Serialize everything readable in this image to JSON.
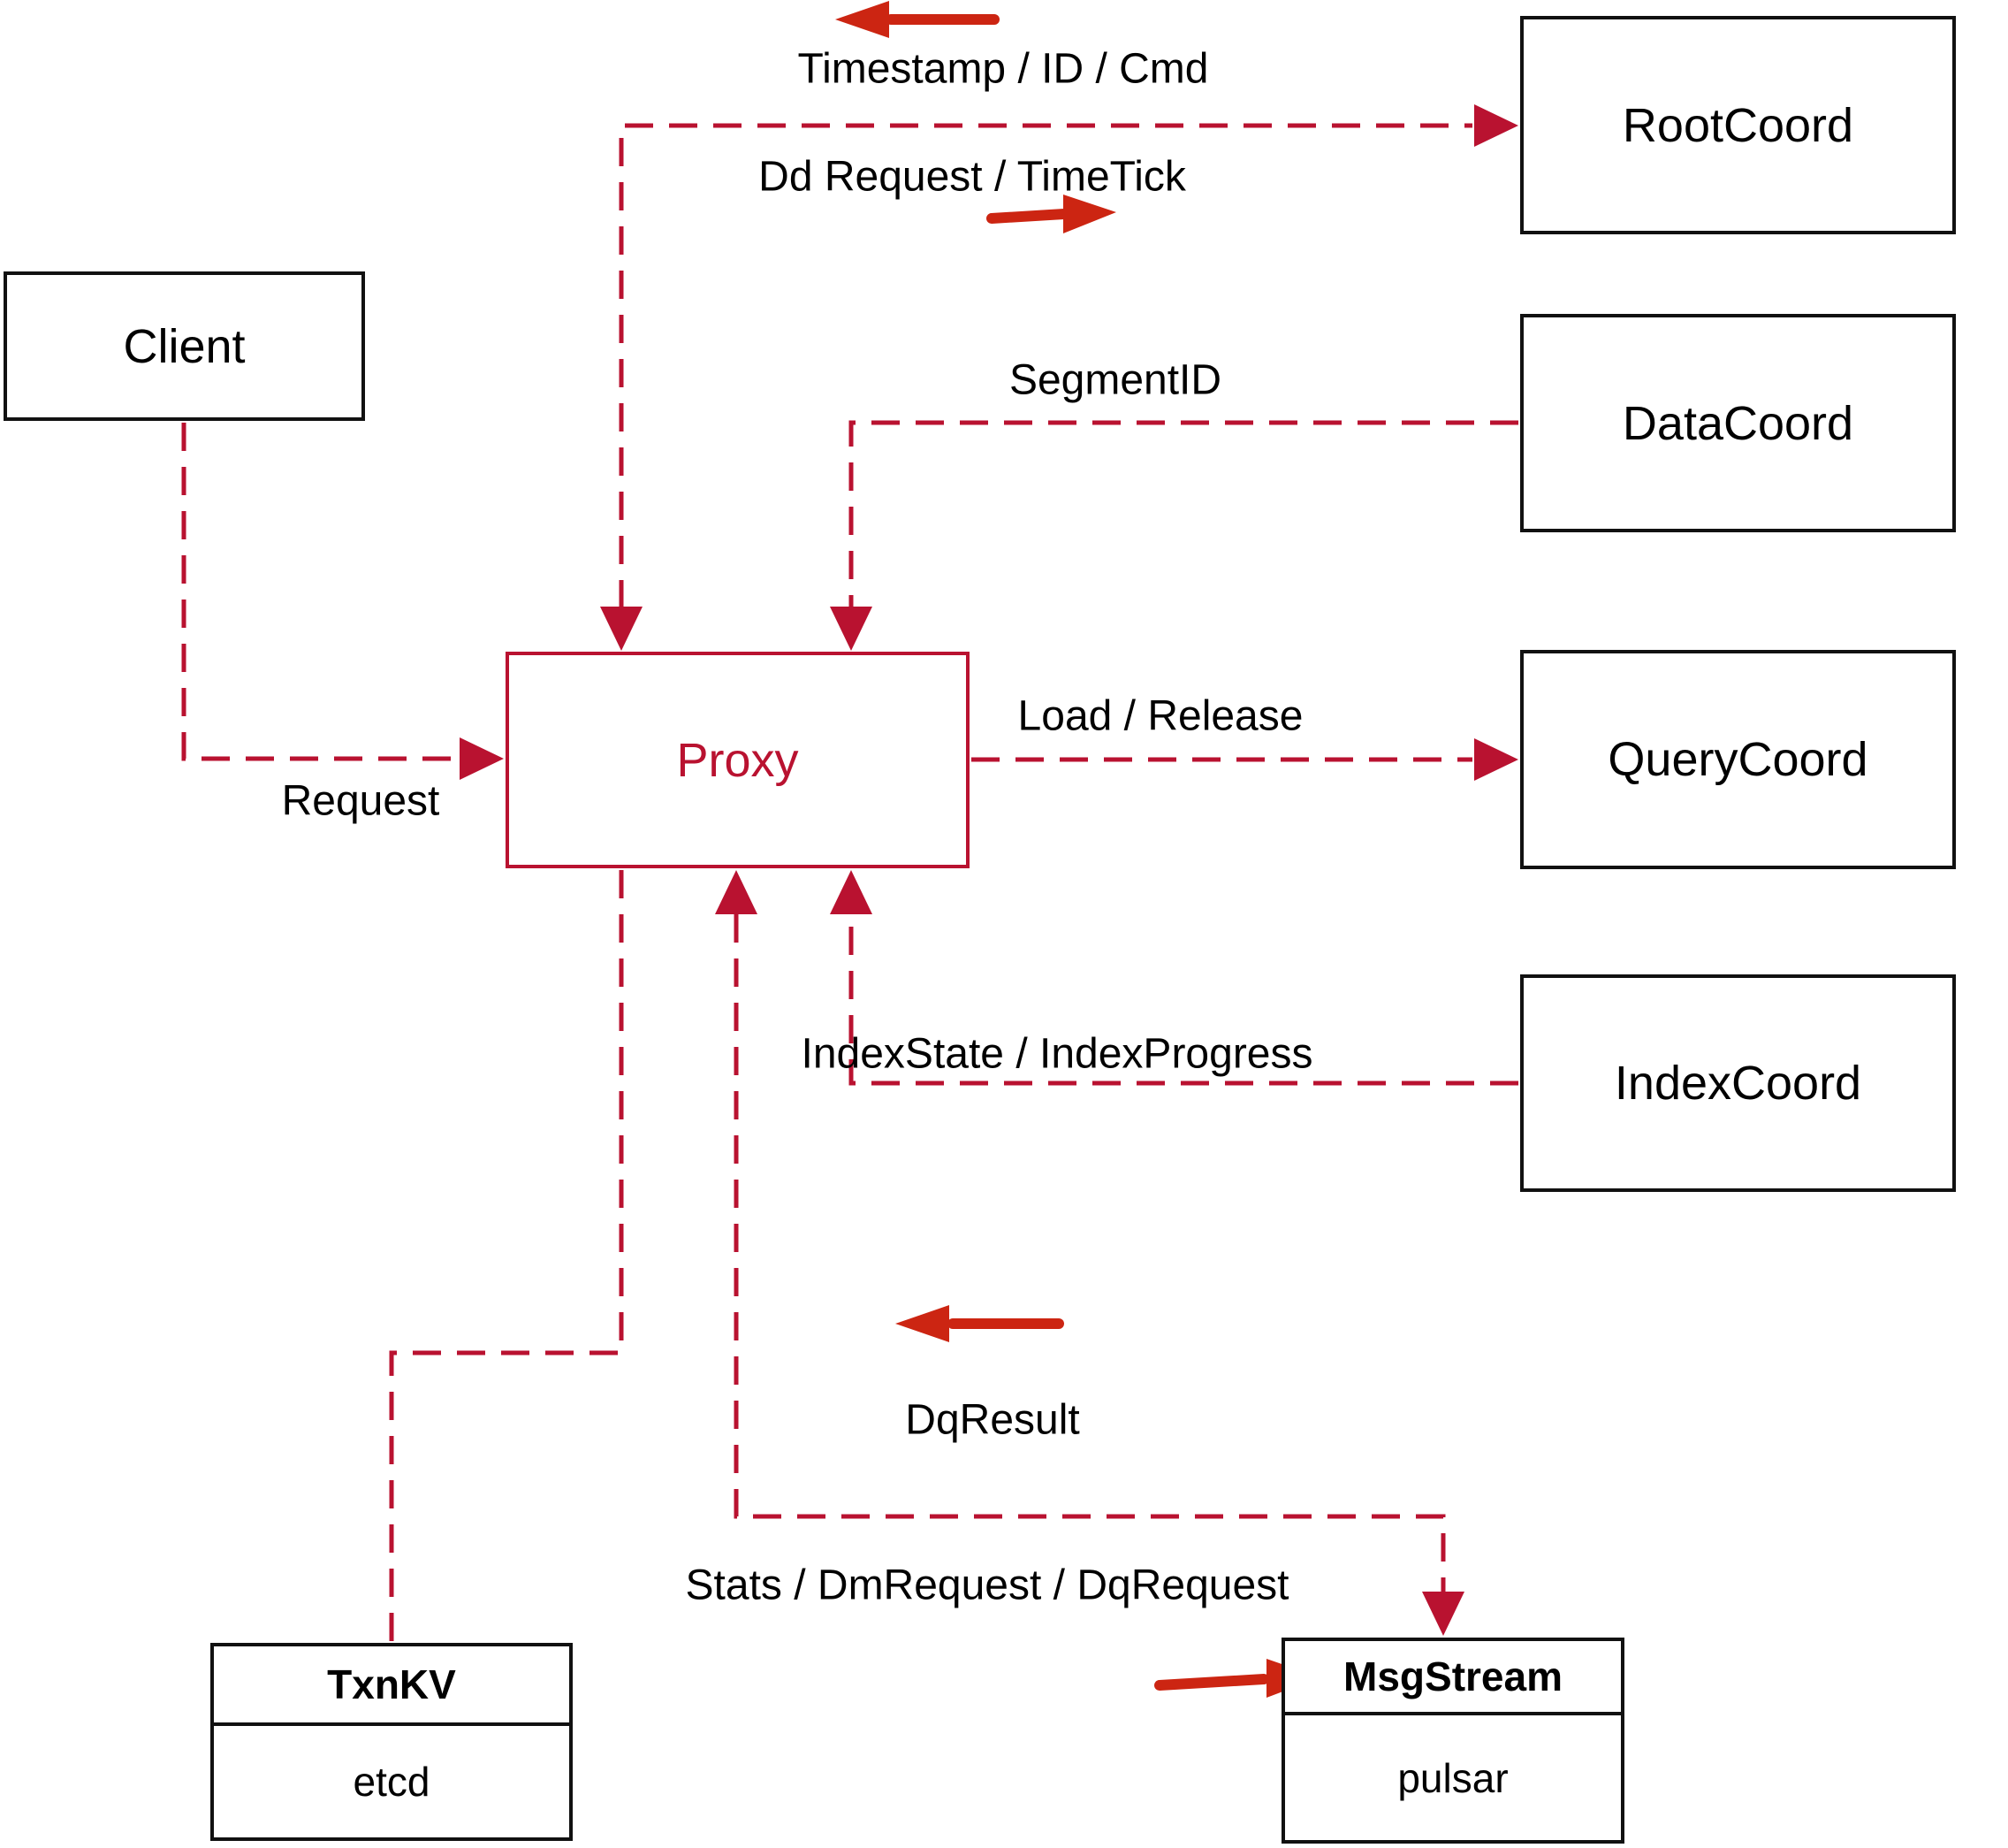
{
  "diagram": {
    "title": "Proxy interaction architecture",
    "nodes": {
      "client": {
        "label": "Client"
      },
      "proxy": {
        "label": "Proxy"
      },
      "root_coord": {
        "label": "RootCoord"
      },
      "data_coord": {
        "label": "DataCoord"
      },
      "query_coord": {
        "label": "QueryCoord"
      },
      "index_coord": {
        "label": "IndexCoord"
      },
      "txn_kv": {
        "title": "TxnKV",
        "value": "etcd"
      },
      "msg_stream": {
        "title": "MsgStream",
        "value": "pulsar"
      }
    },
    "edge_labels": {
      "request": "Request",
      "timestamp_id_cmd": "Timestamp / ID / Cmd",
      "dd_request_timetick": "Dd Request / TimeTick",
      "segment_id": "SegmentID",
      "load_release": "Load / Release",
      "index_state_progress": "IndexState / IndexProgress",
      "dq_result": "DqResult",
      "stats_dm_dq_request": "Stats / DmRequest / DqRequest"
    },
    "colors": {
      "edge_dashed": "#b91230",
      "arrow_solid": "#cc2512",
      "node_border": "#111111",
      "proxy_accent": "#b91230",
      "text": "#000000",
      "background": "#ffffff"
    }
  }
}
